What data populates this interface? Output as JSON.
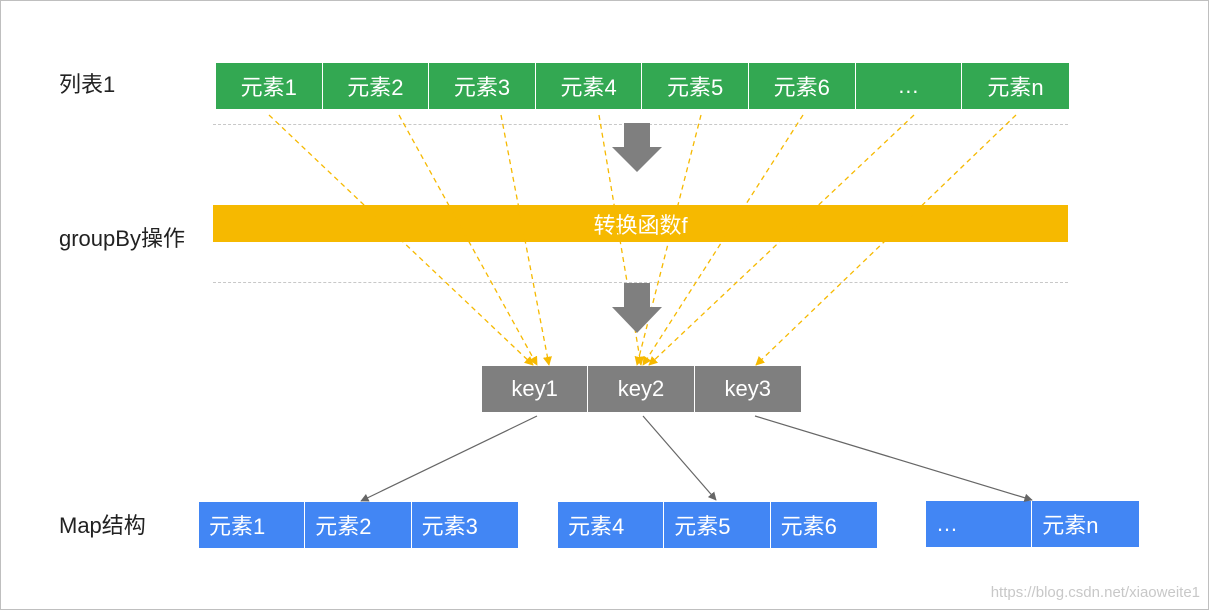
{
  "labels": {
    "list": "列表1",
    "groupby": "groupBy操作",
    "map": "Map结构"
  },
  "list_elements": [
    "元素1",
    "元素2",
    "元素3",
    "元素4",
    "元素5",
    "元素6",
    "…",
    "元素n"
  ],
  "transform_label": "转换函数f",
  "keys": [
    "key1",
    "key2",
    "key3"
  ],
  "map_groups": [
    [
      "元素1",
      "元素2",
      "元素3"
    ],
    [
      "元素4",
      "元素5",
      "元素6"
    ],
    [
      "…",
      "元素n"
    ]
  ],
  "watermark": "https://blog.csdn.net/xiaoweite1",
  "colors": {
    "list": "#33a852",
    "transform": "#f6b900",
    "key": "#7f7f7f",
    "map": "#4286f4",
    "dashed_arrow": "#f6b900",
    "big_arrow": "#7f7f7f",
    "connector": "#666666"
  }
}
